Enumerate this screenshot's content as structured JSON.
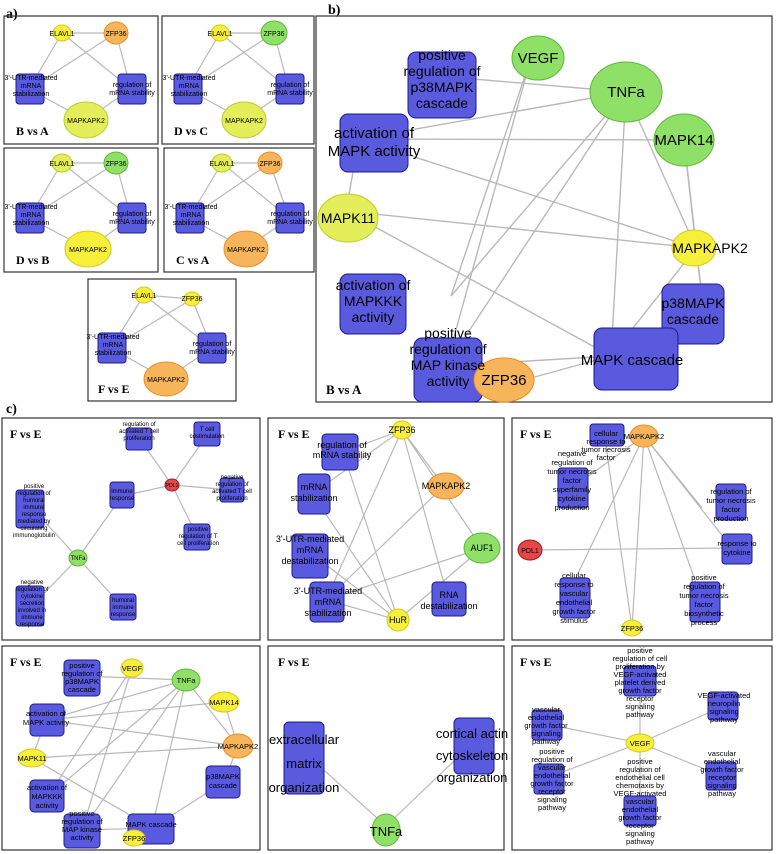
{
  "section_labels": {
    "a": "a)",
    "b": "b)",
    "c": "c)"
  },
  "panel_a": [
    {
      "title": "B vs A",
      "nodes": {
        "elavl1": "ELAVL1",
        "zfp36": "ZFP36",
        "utr": [
          "3'-UTR-mediated",
          "mRNA",
          "stabilization"
        ],
        "reg": [
          "regulation of",
          "mRNA stability"
        ],
        "mapkapk2": "MAPKAPK2"
      }
    },
    {
      "title": "D vs C",
      "nodes": {
        "elavl1": "ELAVL1",
        "zfp36": "ZFP36",
        "utr": [
          "3'-UTR-mediated",
          "mRNA",
          "stabilization"
        ],
        "reg": [
          "regulation of",
          "mRNA stability"
        ],
        "mapkapk2": "MAPKAPK2"
      }
    },
    {
      "title": "D vs B",
      "nodes": {
        "elavl1": "ELAVL1",
        "zfp36": "ZFP36",
        "utr": [
          "3'-UTR-mediated",
          "mRNA",
          "stabilization"
        ],
        "reg": [
          "regulation of",
          "mRNA stability"
        ],
        "mapkapk2": "MAPKAPK2"
      }
    },
    {
      "title": "C vs A",
      "nodes": {
        "elavl1": "ELAVL1",
        "zfp36": "ZFP36",
        "utr": [
          "3'-UTR-mediated",
          "mRNA",
          "stabilization"
        ],
        "reg": [
          "regulation of",
          "mRNA stability"
        ],
        "mapkapk2": "MAPKAPK2"
      }
    },
    {
      "title": "F vs E",
      "nodes": {
        "elavl1": "ELAVL1",
        "zfp36": "ZFP36",
        "utr": [
          "3'-UTR-mediated",
          "mRNA",
          "stabilization"
        ],
        "reg": [
          "regulation of",
          "mRNA stability"
        ],
        "mapkapk2": "MAPKAPK2"
      }
    }
  ],
  "panel_b": {
    "title": "B vs A",
    "nodes": {
      "pos_p38": [
        "positive",
        "regulation of",
        "p38MAPK",
        "cascade"
      ],
      "vegf": "VEGF",
      "tnfa": "TNFa",
      "act_mapk": [
        "activation of",
        "MAPK activity"
      ],
      "mapk14": "MAPK14",
      "mapk11": "MAPK11",
      "mapkapk2": "MAPKAPK2",
      "act_mapkkk": [
        "activation of",
        "MAPKKK",
        "activity"
      ],
      "p38_cascade": [
        "p38MAPK",
        "cascade"
      ],
      "pos_mapk": [
        "positive",
        "regulation of",
        "MAP kinase",
        "activity"
      ],
      "mapk_cascade": "MAPK cascade",
      "zfp36": "ZFP36"
    }
  },
  "panel_c": {
    "titles": [
      "F vs E",
      "F vs E",
      "F vs E",
      "F vs E",
      "F vs E",
      "F vs E"
    ],
    "c1": {
      "reg_act_t": [
        "regulation of",
        "activated T cell",
        "proliferation"
      ],
      "t_cost": [
        "T cell",
        "costimulation"
      ],
      "pdl1": "PDL1",
      "neg_reg_act_t": [
        "negative",
        "regulation of",
        "activated T cell",
        "proliferation"
      ],
      "pos_reg_humoral": [
        "positive",
        "regulation of",
        "humoral",
        "immune",
        "response",
        "mediated by",
        "circulating",
        "immunoglobulin"
      ],
      "immune_resp": [
        "immune",
        "response"
      ],
      "pos_reg_t": [
        "positive",
        "regulation of T",
        "cell proliferation"
      ],
      "tnfa": "TNFa",
      "neg_reg_cytokine": [
        "negative",
        "regulation of",
        "cytokine",
        "secretion",
        "involved in",
        "immune",
        "response"
      ],
      "humoral": [
        "humoral",
        "immune",
        "response"
      ]
    },
    "c2": {
      "reg_mrna": [
        "regulation of",
        "mRNA stability"
      ],
      "zfp36": "ZFP36",
      "mrna_stab": [
        "mRNA",
        "stabilization"
      ],
      "mapkapk2": "MAPKAPK2",
      "utr_destab": [
        "3'-UTR-mediated",
        "mRNA",
        "destabilization"
      ],
      "auf1": "AUF1",
      "utr_stab": [
        "3'-UTR-mediated",
        "mRNA",
        "stabilization"
      ],
      "rna_destab": [
        "RNA",
        "destabilization"
      ],
      "hur": "HuR"
    },
    "c3": {
      "cell_resp_tnf": [
        "cellular",
        "response to",
        "tumor necrosis",
        "factor"
      ],
      "neg_reg_tnf": [
        "negative",
        "regulation of",
        "tumor necrosis",
        "factor",
        "superfamily",
        "cytokine",
        "production"
      ],
      "mapkapk2": "MAPKAPK2",
      "reg_tnf_prod": [
        "regulation of",
        "tumor necrosis",
        "factor",
        "production"
      ],
      "pdl1": "PDL1",
      "resp_cytokine": [
        "response to",
        "cytokine"
      ],
      "cell_resp_vegf": [
        "cellular",
        "response to",
        "vascular",
        "endothelial",
        "growth factor",
        "stimulus"
      ],
      "pos_reg_tnf_bio": [
        "positive",
        "regulation of",
        "tumor necrosis",
        "factor",
        "biosynthetic",
        "process"
      ],
      "zfp36": "ZFP36"
    },
    "c4": {
      "pos_p38": [
        "positive",
        "regulation of",
        "p38MAPK",
        "cascade"
      ],
      "vegf": "VEGF",
      "tnfa": "TNFa",
      "act_mapk": [
        "activation of",
        "MAPK activity"
      ],
      "mapk14": "MAPK14",
      "mapk11": "MAPK11",
      "mapkapk2": "MAPKAPK2",
      "act_mapkkk": [
        "activation of",
        "MAPKKK",
        "activity"
      ],
      "p38_cascade": [
        "p38MAPK",
        "cascade"
      ],
      "pos_mapk": [
        "positive",
        "regulation of",
        "MAP kinase",
        "activity"
      ],
      "mapk_cascade": "MAPK cascade",
      "zfp36": "ZFP36"
    },
    "c5": {
      "ecm": [
        "extracellular",
        "matrix",
        "organization"
      ],
      "actin": [
        "cortical actin",
        "cytoskeleton",
        "organization"
      ],
      "tnfa": "TNFa"
    },
    "c6": {
      "pos_prolif": [
        "positive",
        "regulation of cell",
        "proliferation by",
        "VEGF-activated",
        "platelet derived",
        "growth factor",
        "receptor",
        "signaling",
        "pathway"
      ],
      "vegfr_path": [
        "vascular",
        "endothelial",
        "growth factor",
        "signaling",
        "pathway"
      ],
      "neuropilin": [
        "VEGF-activated",
        "neuropilin",
        "signaling",
        "pathway"
      ],
      "vegf": "VEGF",
      "pos_reg_vegfr": [
        "positive",
        "regulation of",
        "vascular",
        "endothelial",
        "growth factor",
        "receptor",
        "signaling",
        "pathway"
      ],
      "pos_chemo": [
        "positive",
        "regulation of",
        "endothelial cell",
        "chemotaxis by",
        "VEGF-activated",
        "vascular",
        "endothelial",
        "growth factor",
        "receptor",
        "signaling",
        "pathway"
      ],
      "vegfr_rec": [
        "vascular",
        "endothelial",
        "growth factor",
        "receptor",
        "signaling",
        "pathway"
      ]
    }
  }
}
